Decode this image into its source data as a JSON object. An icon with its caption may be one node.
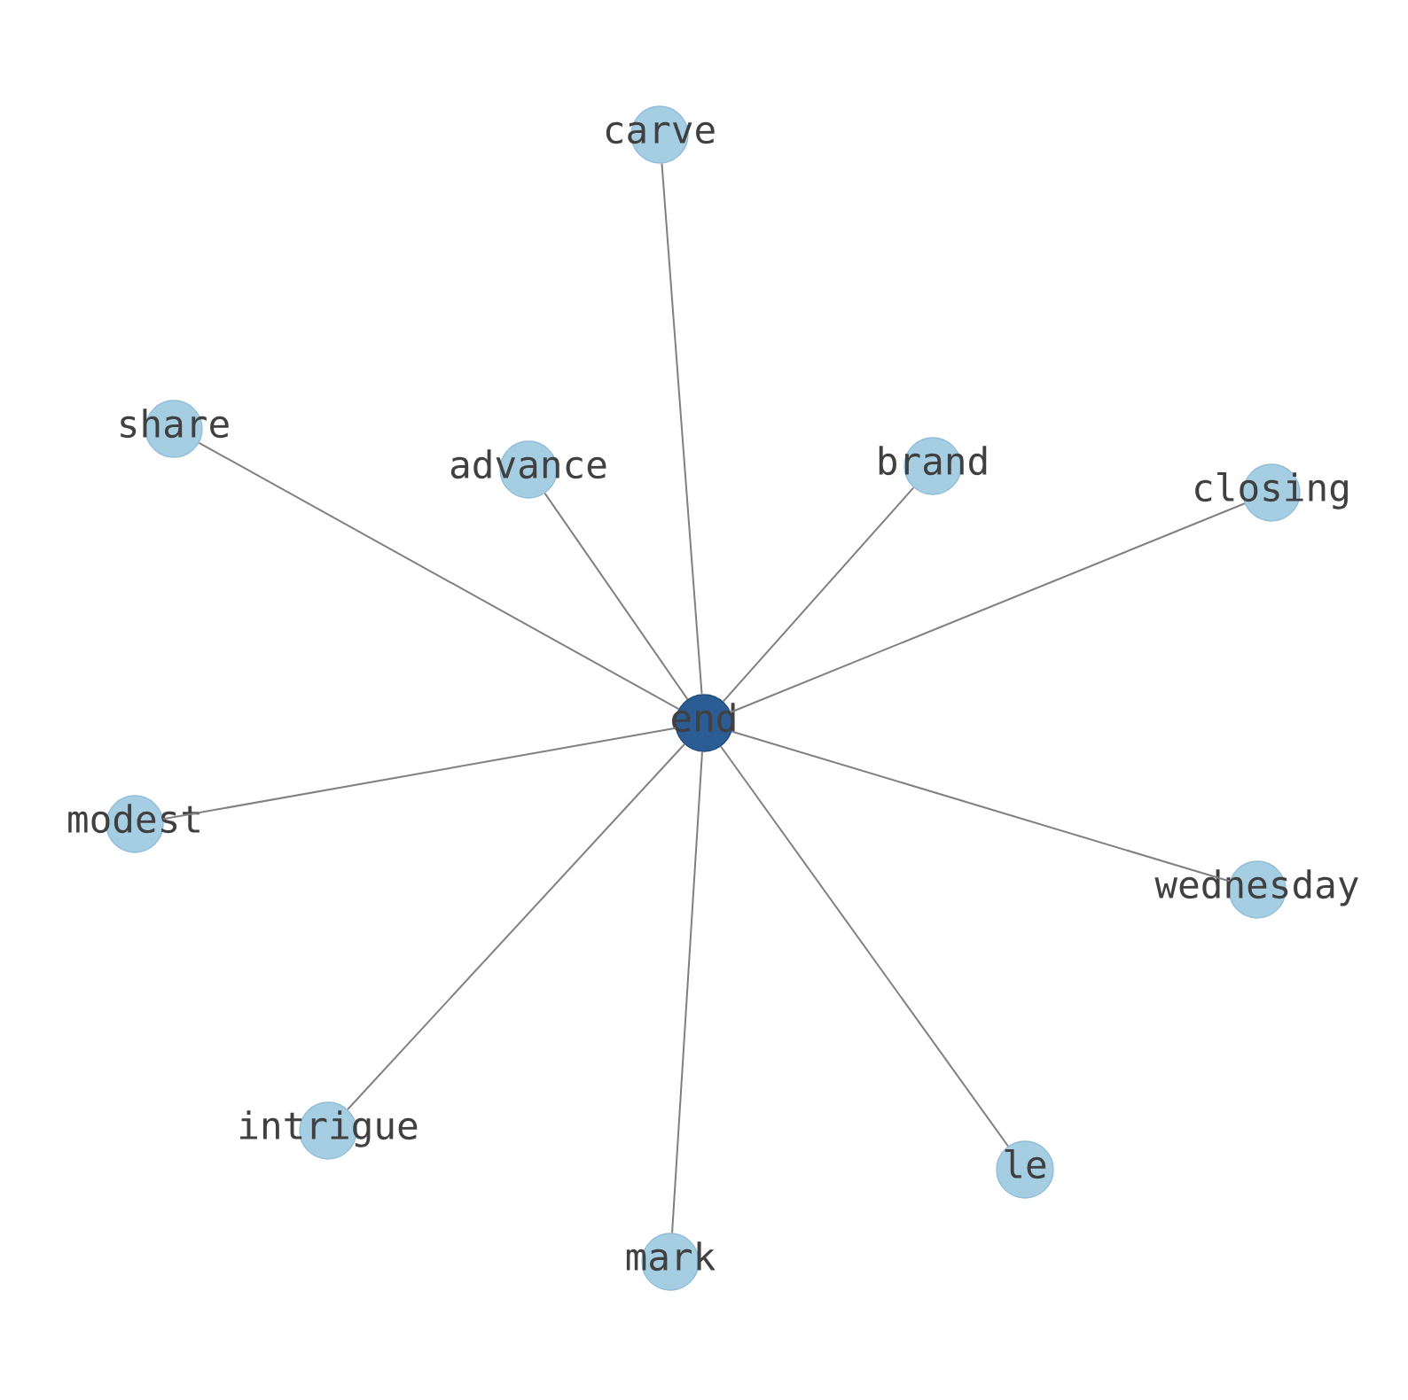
{
  "diagram": {
    "nodes": [
      {
        "text": [
          "end"
        ]
      },
      {
        "text": [
          "carve"
        ]
      },
      {
        "text": [
          "share"
        ]
      },
      {
        "text": [
          "advance"
        ]
      },
      {
        "text": [
          "brand"
        ]
      },
      {
        "text": [
          "closing"
        ]
      },
      {
        "text": [
          "modest"
        ]
      },
      {
        "text": [
          "wednesday"
        ]
      },
      {
        "text": [
          "intrigue"
        ]
      },
      {
        "text": [
          "le"
        ]
      },
      {
        "text": [
          "mark"
        ]
      }
    ],
    "edges": [
      {
        "from": 0,
        "to": 1,
        "arrow": "none"
      },
      {
        "from": 0,
        "to": 2,
        "arrow": "none"
      },
      {
        "from": 0,
        "to": 3,
        "arrow": "none"
      },
      {
        "from": 0,
        "to": 4,
        "arrow": "none"
      },
      {
        "from": 0,
        "to": 5,
        "arrow": "none"
      },
      {
        "from": 0,
        "to": 6,
        "arrow": "none"
      },
      {
        "from": 0,
        "to": 7,
        "arrow": "none"
      },
      {
        "from": 0,
        "to": 8,
        "arrow": "none"
      },
      {
        "from": 0,
        "to": 9,
        "arrow": "none"
      },
      {
        "from": 0,
        "to": 10,
        "arrow": "none"
      }
    ]
  }
}
